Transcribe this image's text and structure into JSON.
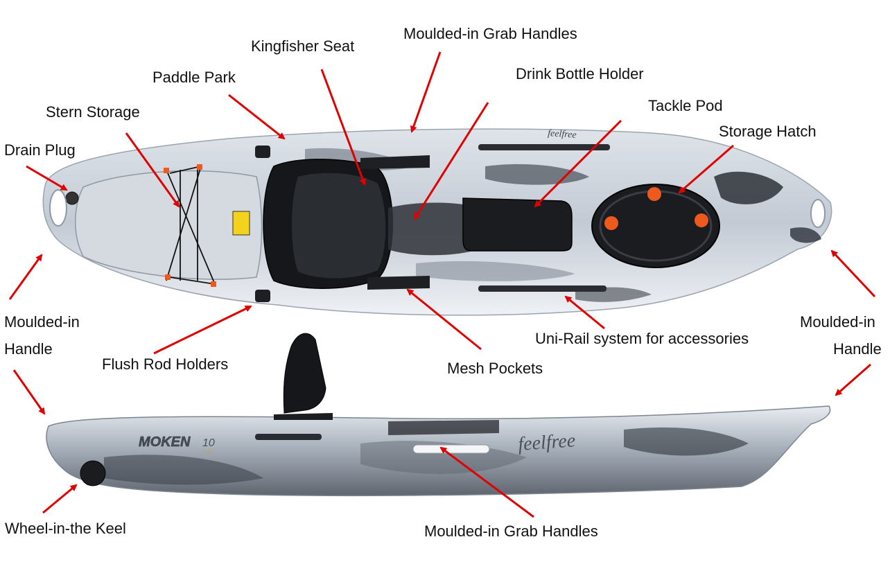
{
  "colors": {
    "arrow": "#e00000",
    "label_text": "#111111",
    "hull_light": "#e8ecf1",
    "hull_mid": "#8c96a4",
    "hull_dark": "#2b2f36",
    "accent_orange": "#ee5a1e"
  },
  "labels": {
    "drain_plug": "Drain Plug",
    "stern_storage": "Stern Storage",
    "paddle_park": "Paddle Park",
    "kingfisher_seat": "Kingfisher Seat",
    "grab_handles_top": "Moulded-in Grab Handles",
    "drink_bottle_holder": "Drink Bottle Holder",
    "tackle_pod": "Tackle Pod",
    "storage_hatch": "Storage Hatch",
    "moulded_handle_left_1": "Moulded-in",
    "moulded_handle_left_2": "Handle",
    "moulded_handle_right_1": "Moulded-in",
    "moulded_handle_right_2": "Handle",
    "flush_rod_holders": "Flush Rod Holders",
    "mesh_pockets": "Mesh Pockets",
    "uni_rail": "Uni-Rail system for accessories",
    "wheel_in_keel": "Wheel-in-the Keel",
    "grab_handles_bottom": "Moulded-in Grab Handles"
  },
  "hull_text": {
    "brand": "feelfree",
    "model": "MOKEN",
    "model_number": "10",
    "model_sub": "Lite"
  }
}
